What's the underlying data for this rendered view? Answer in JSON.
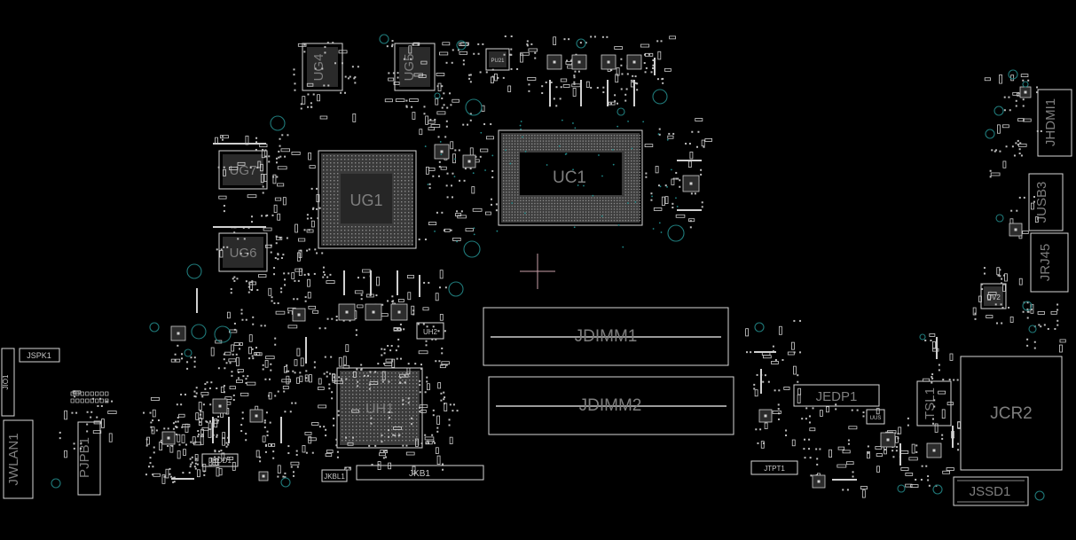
{
  "board": {
    "background": "#000000",
    "outline_color": "#d6d6d6",
    "label_color": "#7e7e7e",
    "via_color": "#1f7a7a",
    "crosshair_color": "#c8a0a8"
  },
  "components": {
    "ug4": "UG4",
    "ug5": "UG5",
    "ug7": "UG7",
    "ug6": "UG6",
    "ug1": "UG1",
    "uc1": "UC1",
    "jdimm1": "JDIMM1",
    "jdimm2": "JDIMM2",
    "jedp1": "JEDP1",
    "tsl1": "TSL1",
    "jcr2": "JCR2",
    "jssd1": "JSSD1",
    "jhdmi1": "JHDMI1",
    "jusb3": "JUSB3",
    "jrj45": "JRJ45",
    "uv2": "UV2",
    "jspk1": "JSPK1",
    "jio1": "JIO1",
    "jwlan1": "JWLAN1",
    "pjpb1": "PJPB1",
    "jhdd1": "JHDD1",
    "jkbl1": "JKBL1",
    "jkb1": "JKB1",
    "uh1": "UH1",
    "uh2": "UH2",
    "jtpt1": "JTPT1",
    "uus": "UUS",
    "pu21": "PU21"
  }
}
